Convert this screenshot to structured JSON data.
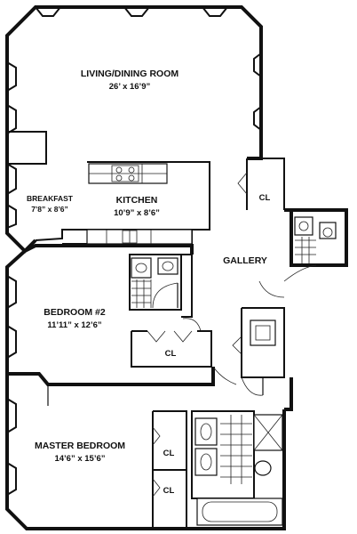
{
  "rooms": {
    "living": {
      "name": "LIVING/DINING ROOM",
      "dims": "26’ x 16’9”"
    },
    "breakfast": {
      "name": "BREAKFAST",
      "dims": "7’8” x 8’6”"
    },
    "kitchen": {
      "name": "KITCHEN",
      "dims": "10’9” x 8’6”"
    },
    "gallery": {
      "name": "GALLERY"
    },
    "bedroom2": {
      "name": "BEDROOM #2",
      "dims": "11’11” x 12’6”"
    },
    "master": {
      "name": "MASTER BEDROOM",
      "dims": "14’6” x 15’6”"
    }
  },
  "closets": {
    "gallery": "CL",
    "bedroom2": "CL",
    "master_upper": "CL",
    "master_lower": "CL"
  }
}
